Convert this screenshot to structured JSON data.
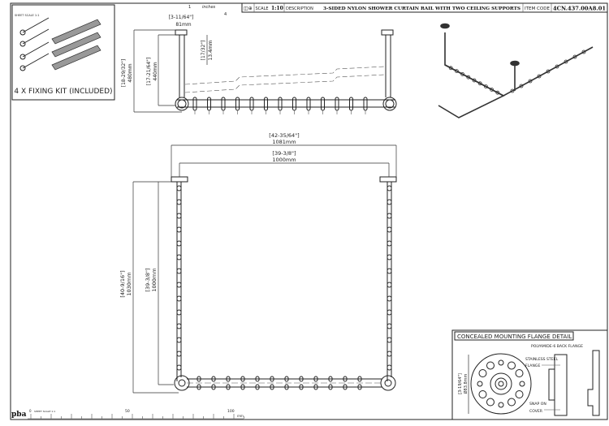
{
  "title_block": {
    "scale_label": "SCALE",
    "scale_value": "1:10",
    "description_label": "DESCRIPTION",
    "description": "3-SIDED NYLON SHOWER CURTAIN RAIL WITH TWO CEILING SUPPORTS",
    "item_code_label": "ITEM CODE",
    "item_code": "4CN.437.00A8.01"
  },
  "top_ruler": {
    "sheet_scale": "SHEET SCALE 1:1",
    "unit": "inches",
    "ticks": [
      "1",
      "4"
    ]
  },
  "fixing_kit": {
    "label": "4 X FIXING KIT (INCLUDED)"
  },
  "front_view": {
    "dims": {
      "flange_width_in": "[3-11/64\"]",
      "flange_width_mm": "81mm",
      "flange_height_in": "[17/32\"]",
      "flange_height_mm": "13.4mm",
      "overall_height_in": "[18-29/32\"]",
      "overall_height_mm": "480mm",
      "post_height_in": "[17-21/64\"]",
      "post_height_mm": "440mm"
    }
  },
  "plan_view": {
    "dims": {
      "overall_width_in": "[42-35/64\"]",
      "overall_width_mm": "1081mm",
      "width_in": "[39-3/8\"]",
      "width_mm": "1000mm",
      "overall_depth_in": "[40-9/16\"]",
      "overall_depth_mm": "1030mm",
      "depth_in": "[39-3/8\"]",
      "depth_mm": "1000mm"
    }
  },
  "flange_detail": {
    "title": "CONCEALED MOUNTING FLANGE DETAIL",
    "callouts": [
      "POLYAMIDE-6 BACK FLANGE",
      "STAINLESS STEEL",
      "FLANGE",
      "SNAP ON",
      "COVER"
    ],
    "diameter_in": "[3-19/64\"]",
    "diameter_mm": "Ø83.8mm"
  },
  "bottom_ruler": {
    "sheet_scale": "SHEET SCALE 1:1",
    "unit": "mm",
    "ticks": [
      "0",
      "50",
      "100"
    ]
  },
  "logo": {
    "text": "pba"
  }
}
